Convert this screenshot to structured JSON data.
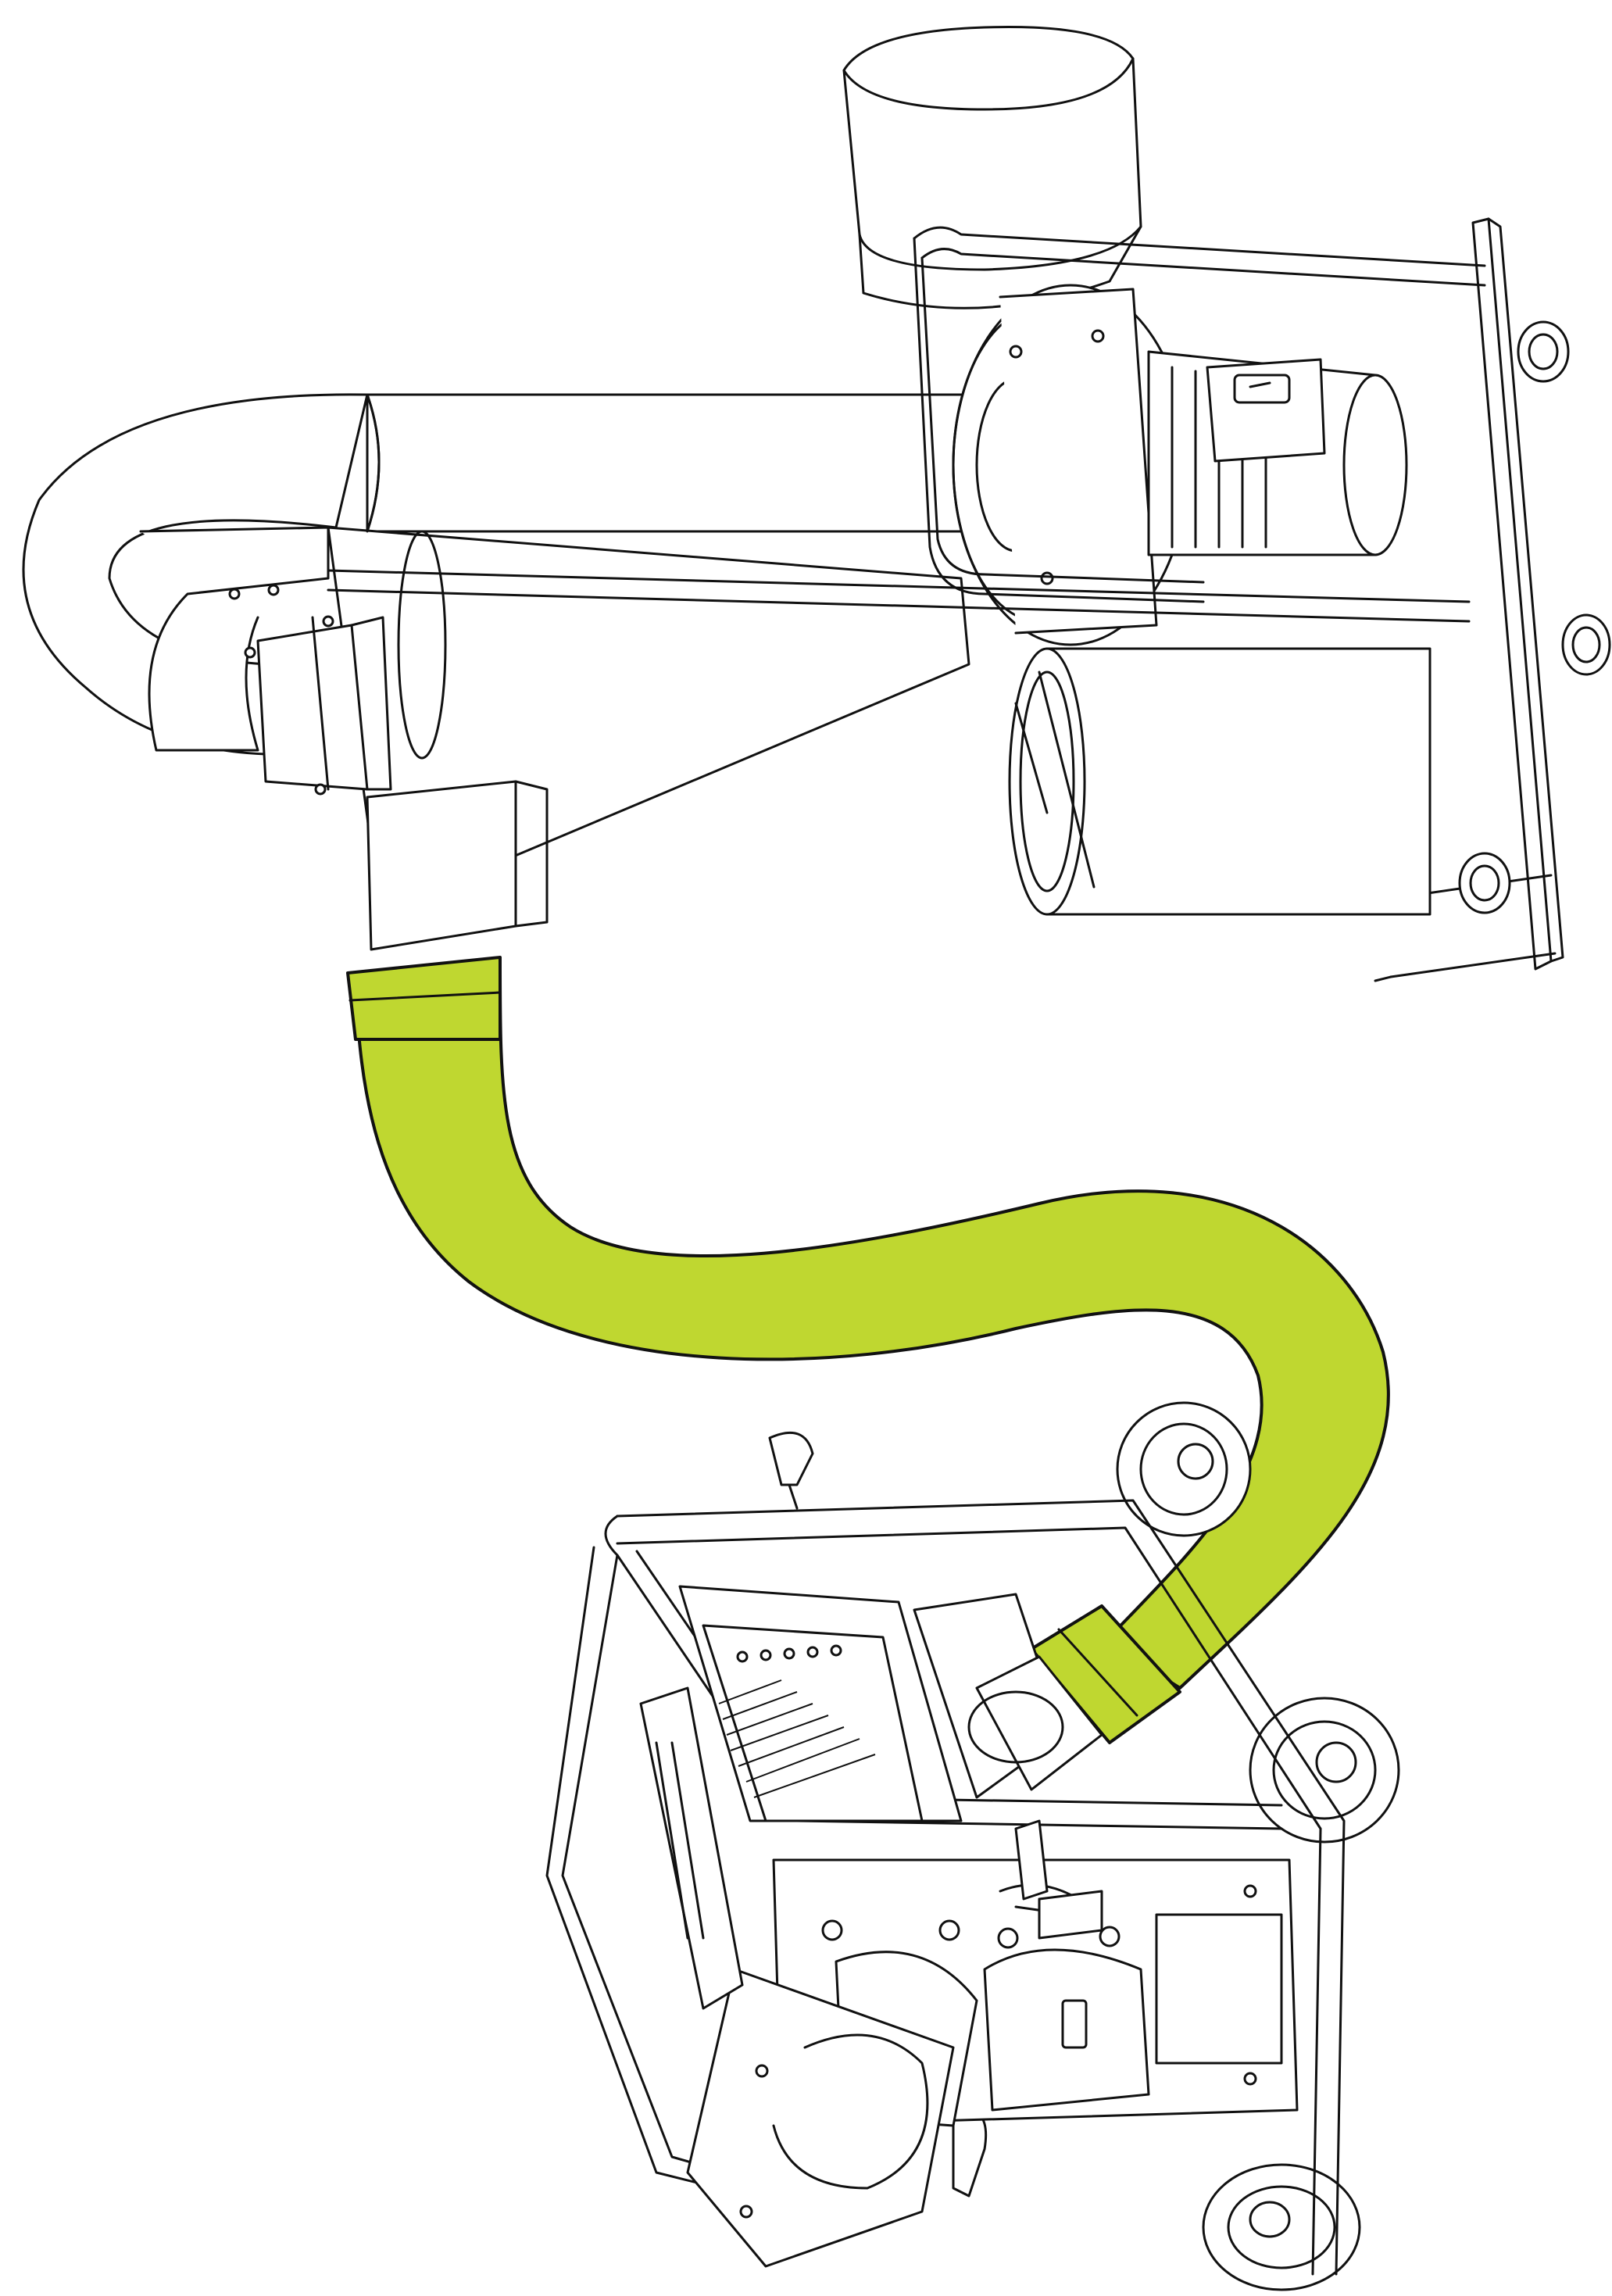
{
  "diagram": {
    "kind": "technical line drawing",
    "subjects": [
      "dust-extractor-unit",
      "extraction-hose",
      "floor-machine"
    ],
    "colors": {
      "background": "#ffffff",
      "outline": "#111111",
      "hose_accent": "#bfd730"
    }
  }
}
